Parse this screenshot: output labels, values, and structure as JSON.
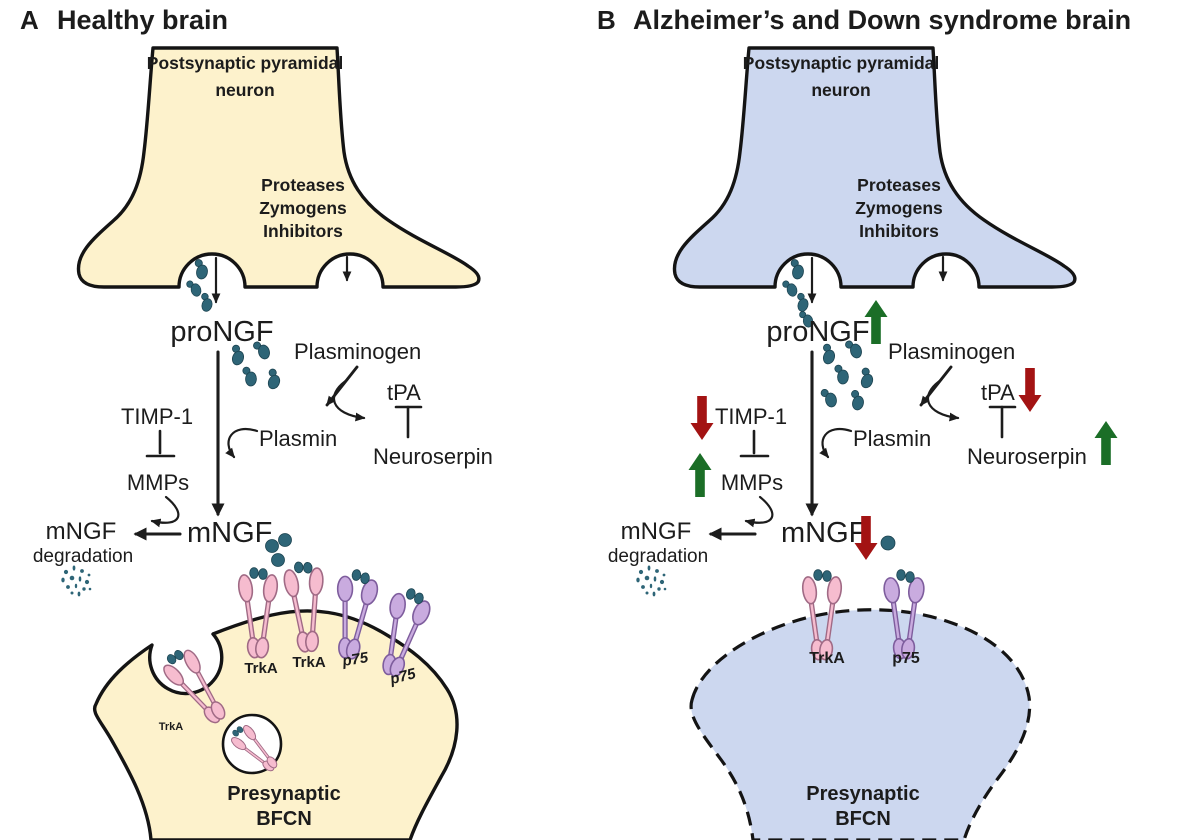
{
  "colors": {
    "healthy_neuron_fill": "#fdf2cc",
    "disease_neuron_fill": "#ccd7ef",
    "ngf_dot": "#2e6577",
    "increase_green": "#1b6e27",
    "decrease_red": "#a31313",
    "trka_pink": "#f6bccf",
    "p75_purple": "#c9abdf",
    "outline_black": "#141414"
  },
  "panel_a": {
    "letter": "A",
    "title": "Healthy brain",
    "postsynaptic_line1": "Postsynaptic pyramidal",
    "postsynaptic_line2": "neuron",
    "released_contents": [
      "Proteases",
      "Zymogens",
      "Inhibitors"
    ],
    "labels": {
      "prongf": "proNGF",
      "plasminogen": "Plasminogen",
      "tpa": "tPA",
      "neuroserpin": "Neuroserpin",
      "plasmin": "Plasmin",
      "timp1": "TIMP-1",
      "mmps": "MMPs",
      "mngf": "mNGF",
      "degradation_line1": "mNGF",
      "degradation_line2": "degradation"
    },
    "receptor_labels": {
      "trka": "TrkA",
      "p75": "p75"
    },
    "presynaptic_line1": "Presynaptic",
    "presynaptic_line2": "BFCN"
  },
  "panel_b": {
    "letter": "B",
    "title": "Alzheimer’s and Down syndrome brain",
    "postsynaptic_line1": "Postsynaptic pyramidal",
    "postsynaptic_line2": "neuron",
    "released_contents": [
      "Proteases",
      "Zymogens",
      "Inhibitors"
    ],
    "labels": {
      "prongf": "proNGF",
      "plasminogen": "Plasminogen",
      "tpa": "tPA",
      "neuroserpin": "Neuroserpin",
      "plasmin": "Plasmin",
      "timp1": "TIMP-1",
      "mmps": "MMPs",
      "mngf": "mNGF",
      "degradation_line1": "mNGF",
      "degradation_line2": "degradation"
    },
    "receptor_labels": {
      "trka": "TrkA",
      "p75": "p75"
    },
    "presynaptic_line1": "Presynaptic",
    "presynaptic_line2": "BFCN",
    "changes": {
      "prongf": "increase",
      "timp1": "decrease",
      "mmps": "increase",
      "tpa": "decrease",
      "neuroserpin": "increase",
      "mngf": "decrease"
    }
  }
}
